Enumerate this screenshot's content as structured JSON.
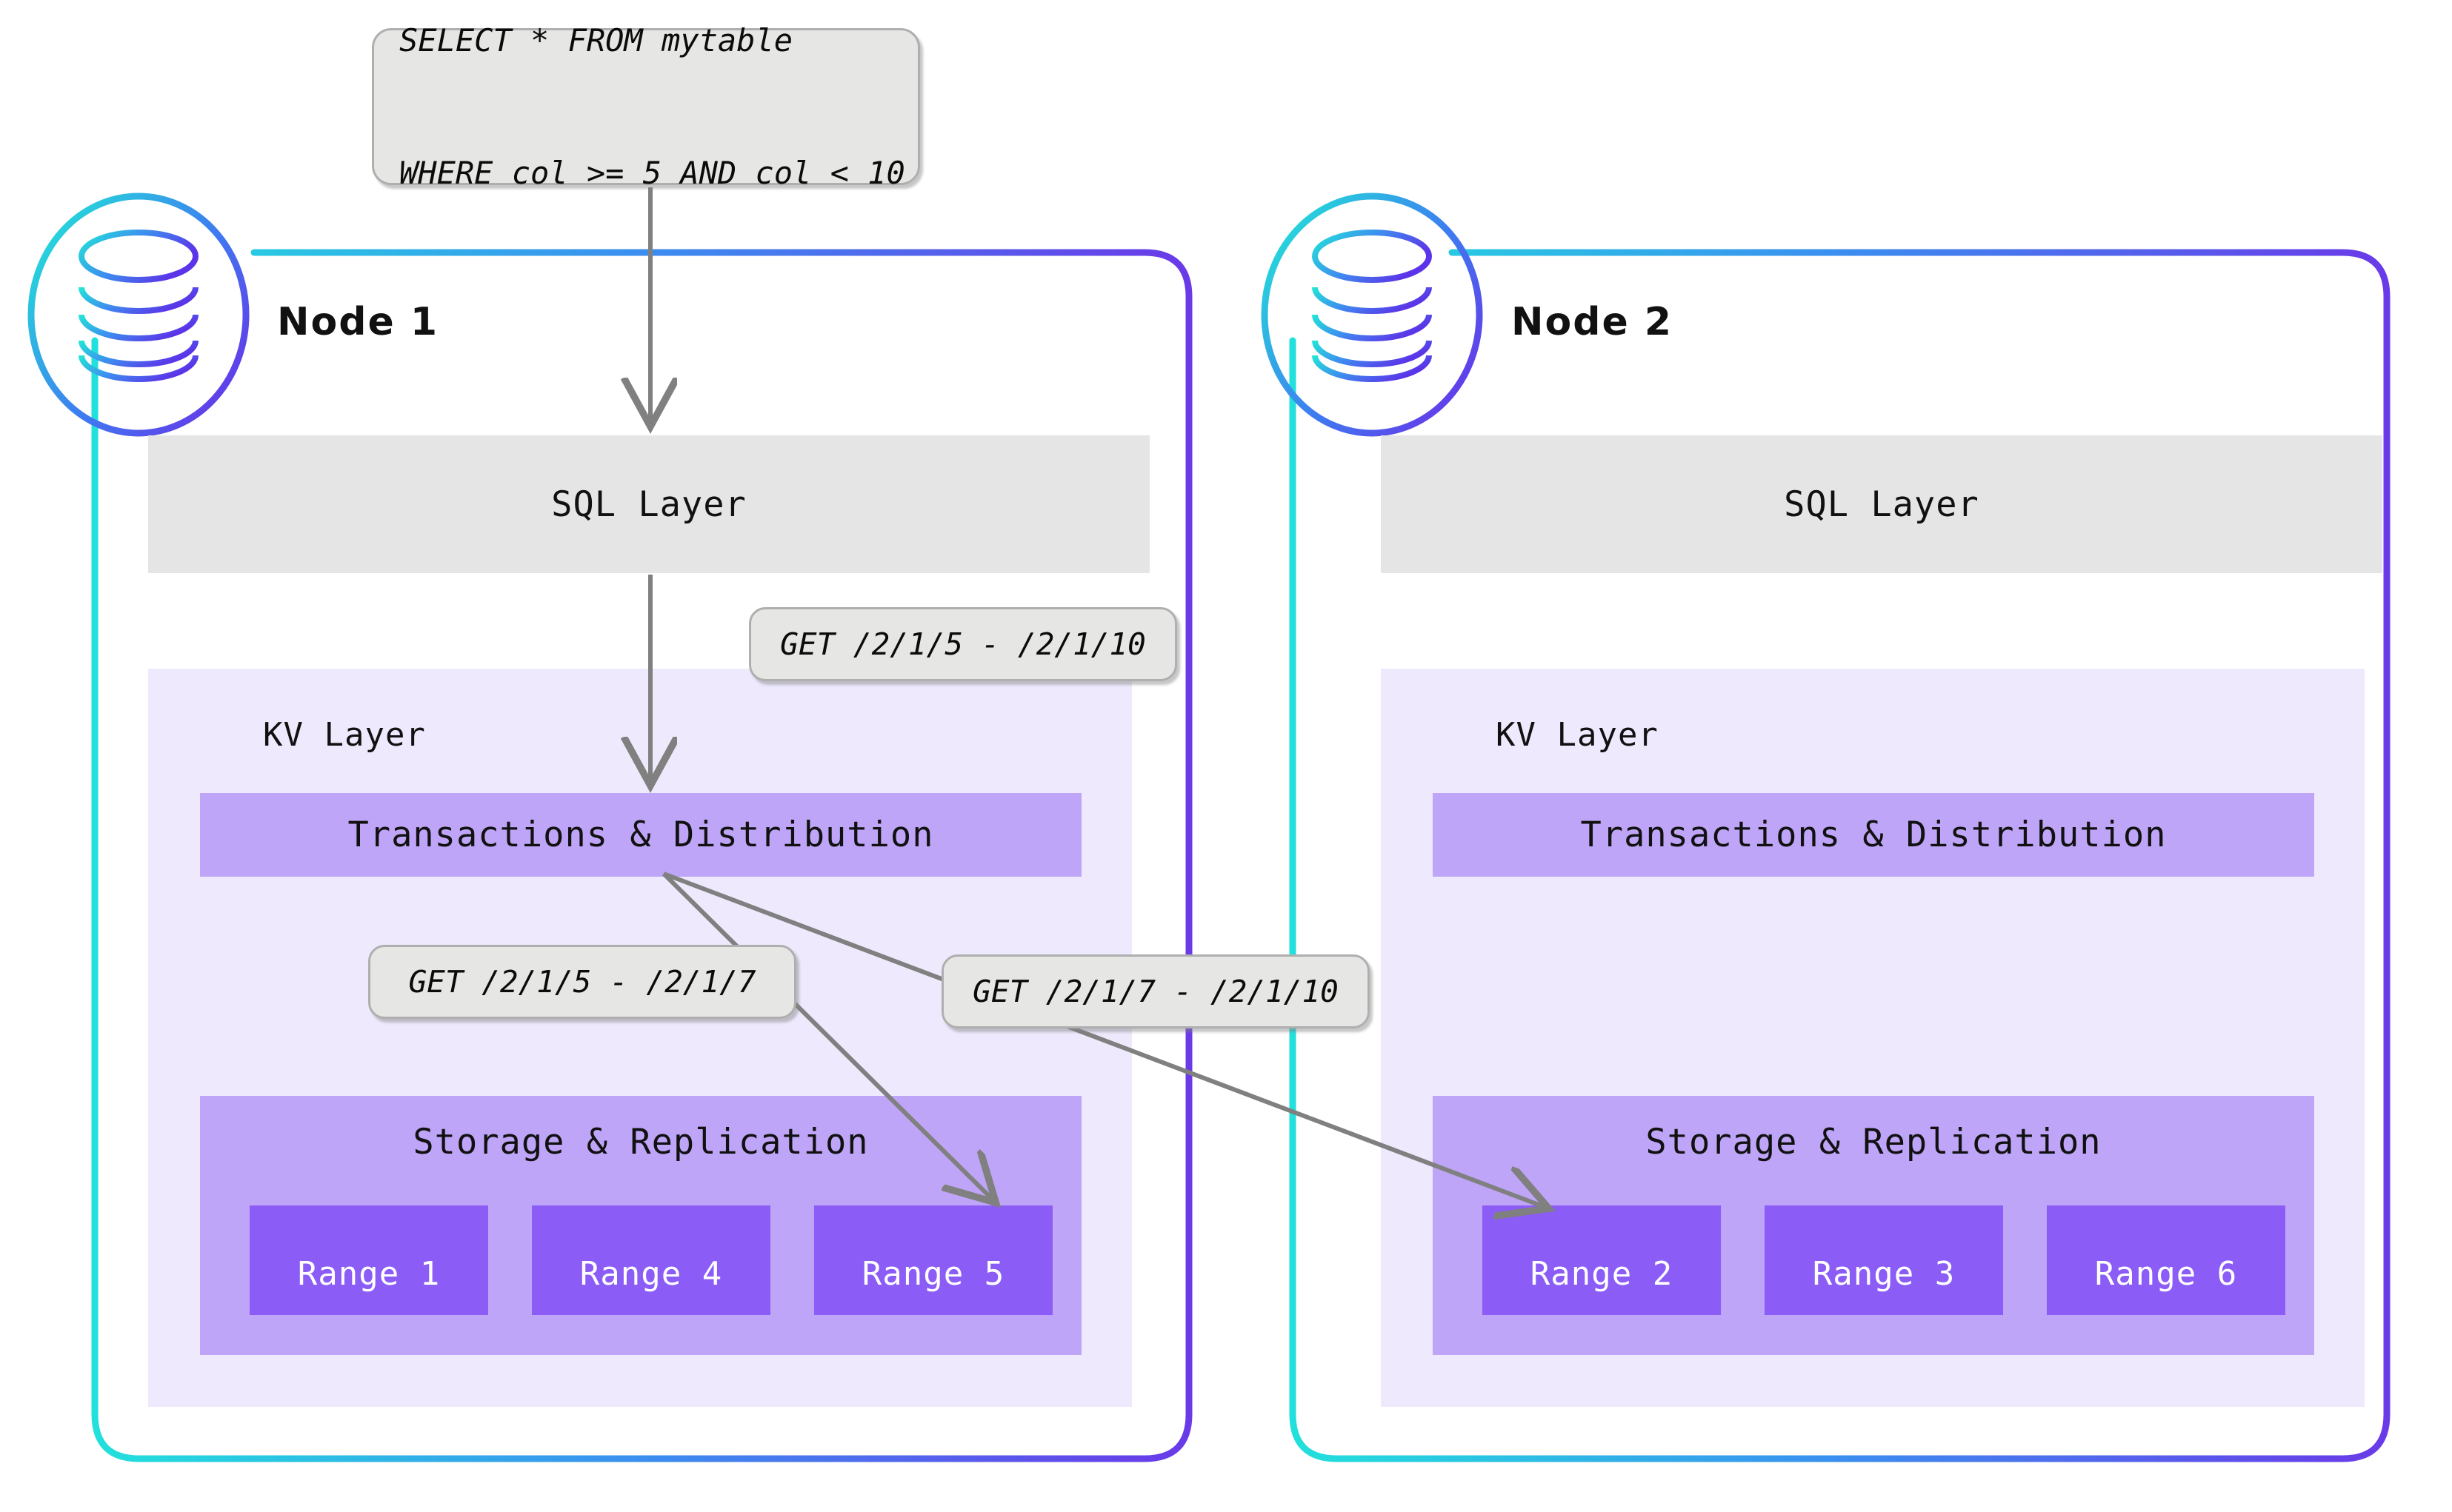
{
  "query_callout": {
    "name": "sql-query-callout",
    "lines": [
      "SELECT * FROM mytable",
      "WHERE col >= 5 AND col < 10"
    ]
  },
  "nodes": [
    {
      "title": "Node 1",
      "icon": "database-icon",
      "sql_layer_label": "SQL Layer",
      "kv_layer_label": "KV Layer",
      "transactions_label": "Transactions & Distribution",
      "storage_label": "Storage & Replication",
      "ranges": [
        "Range 1",
        "Range 4",
        "Range 5"
      ]
    },
    {
      "title": "Node 2",
      "icon": "database-icon",
      "sql_layer_label": "SQL Layer",
      "kv_layer_label": "KV Layer",
      "transactions_label": "Transactions & Distribution",
      "storage_label": "Storage & Replication",
      "ranges": [
        "Range 2",
        "Range 3",
        "Range 6"
      ]
    }
  ],
  "callouts": {
    "kv_request": "GET /2/1/5 - /2/1/10",
    "range_request_local": "GET /2/1/5 - /2/1/7",
    "range_request_remote": "GET /2/1/7 - /2/1/10"
  },
  "colors": {
    "gradient_start": "#22E0DC",
    "gradient_mid": "#3B8EF0",
    "gradient_end": "#6A3AE8",
    "sql_layer_bg": "#E5E5E5",
    "kv_layer_bg": "#EEE9FD",
    "sublayer_bg": "#BFA5F7",
    "range_bg": "#8B5CF6",
    "callout_bg": "#E6E6E4",
    "callout_border": "#AFAFAF",
    "arrow": "#808080"
  }
}
